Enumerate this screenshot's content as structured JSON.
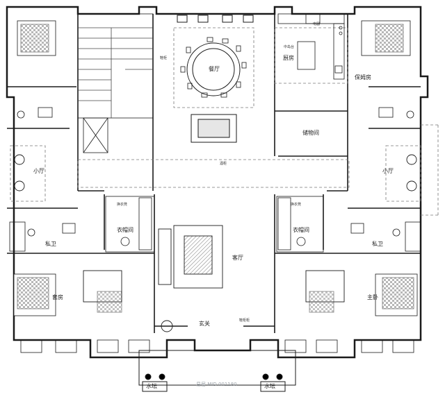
{
  "plan": {
    "rooms": {
      "dining": "餐厅",
      "kitchen": "厨房",
      "storage": "储物间",
      "nanny_room": "保姆房",
      "lounge_left": "小厅",
      "lounge_right": "小厅",
      "bath_left": "私卫",
      "bath_right": "私卫",
      "closet_left": "衣帽间",
      "closet_right": "衣帽间",
      "living": "客厅",
      "guest_bedroom": "套房",
      "master_bedroom": "主卧",
      "foyer": "玄关",
      "planter_left": "水坛",
      "planter_right": "水坛"
    },
    "fixtures": {
      "fridge": "电器",
      "kitchen_island": "中岛台",
      "shoe_cabinet": "鞋柜",
      "wine_cabinet": "酒柜",
      "wardrobe_left": "换衣凳",
      "wardrobe_right": "换衣凳",
      "entry_cabinet": "鞋柜柜"
    },
    "watermark": "易居 MID 001180"
  },
  "colors": {
    "line": "#1a1a1a",
    "dash": "#666666",
    "hatch": "#444444"
  }
}
